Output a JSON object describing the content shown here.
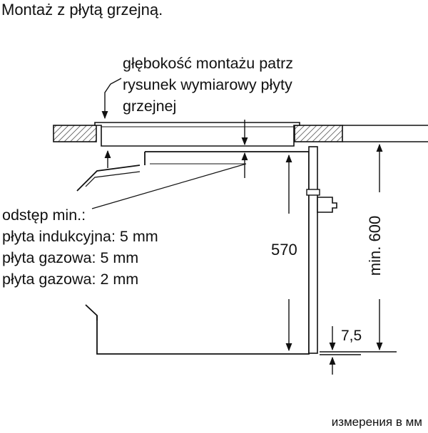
{
  "title": "Montaż z płytą grzejną.",
  "depth_note": [
    "głębokość montażu patrz",
    "rysunek wymiarowy płyty",
    "grzejnej"
  ],
  "gap_note": [
    "odstęp min.:",
    "płyta indukcyjna: 5 mm",
    "płyta gazowa: 5 mm",
    "płyta gazowa: 2 mm"
  ],
  "dimensions": {
    "height": "570",
    "cabinet": "min. 600",
    "offset": "7,5"
  },
  "units_note": "измерения в мм"
}
